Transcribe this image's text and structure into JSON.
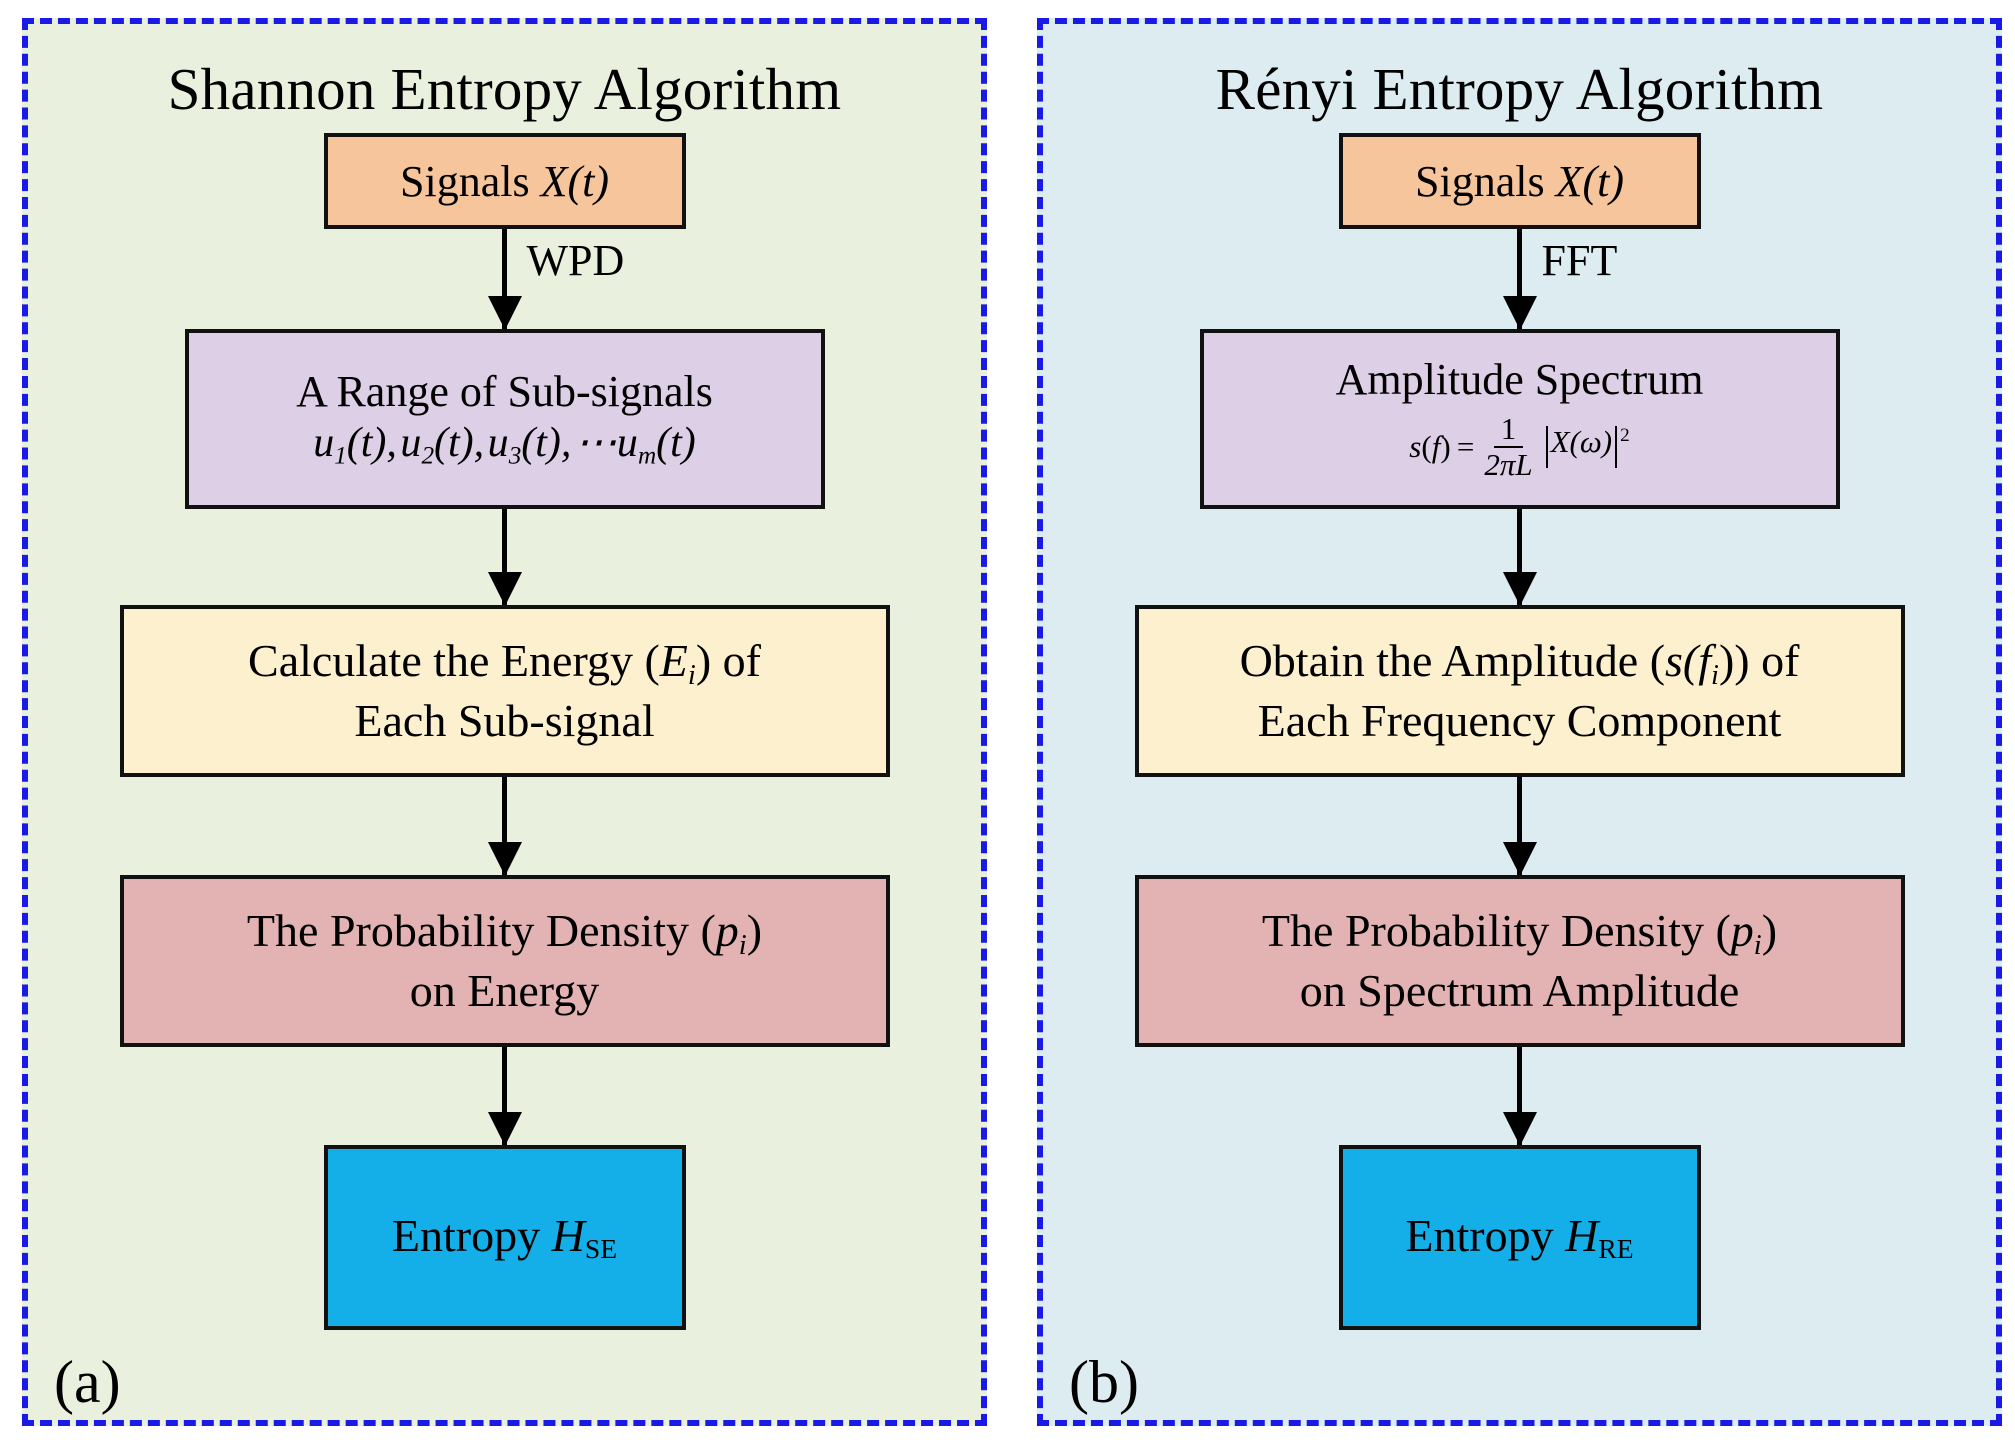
{
  "figure": {
    "panels": [
      {
        "tag": "(a)",
        "title": "Shannon Entropy Algorithm",
        "background_color": "#EAF0DE",
        "border_color": "#1A1AE6",
        "nodes": {
          "signals": {
            "label": "Signals X(t)",
            "text": "Signals ",
            "math": "X",
            "math_tail": "(t)",
            "color": "#F7C59B"
          },
          "subsignals": {
            "line1": "A Range of Sub-signals",
            "formula": "u1(t),u2(t),u3(t),⋯um(t)",
            "color": "#DDD0E6"
          },
          "calc": {
            "line1_a": "Calculate the Energy (",
            "line1_sym": "E",
            "line1_sub": "i",
            "line1_b": ") of",
            "line2": "Each Sub-signal",
            "color": "#FCF0CF"
          },
          "prob": {
            "line1_a": "The Probability Density (",
            "line1_sym": "p",
            "line1_sub": "i",
            "line1_b": ")",
            "line2": "on Energy",
            "color": "#E3B3B3"
          },
          "entropy": {
            "text": "Entropy ",
            "sym": "H",
            "sub": "SE",
            "color": "#14AEE8"
          }
        },
        "edges": [
          {
            "label": "WPD"
          },
          {
            "label": ""
          },
          {
            "label": ""
          },
          {
            "label": ""
          }
        ]
      },
      {
        "tag": "(b)",
        "title": "Rényi Entropy Algorithm",
        "background_color": "#DCECF0",
        "border_color": "#1A1AE6",
        "nodes": {
          "signals": {
            "label": "Signals X(t)",
            "text": "Signals ",
            "math": "X",
            "math_tail": "(t)",
            "color": "#F7C59B"
          },
          "spectrum": {
            "line1": "Amplitude Spectrum",
            "formula": {
              "lhs": "s(f) =",
              "numerator": "1",
              "denominator": "2πL",
              "operand": "X(ω)",
              "exponent": "2"
            },
            "color": "#DDD0E6"
          },
          "calc": {
            "line1_a": "Obtain the Amplitude (",
            "line1_sym": "s(f",
            "line1_sub": "i",
            "line1_b": ")) of",
            "line2": "Each Frequency Component",
            "color": "#FCF0CF"
          },
          "prob": {
            "line1_a": "The Probability Density (",
            "line1_sym": "p",
            "line1_sub": "i",
            "line1_b": ")",
            "line2": "on Spectrum Amplitude",
            "color": "#E3B3B3"
          },
          "entropy": {
            "text": "Entropy ",
            "sym": "H",
            "sub": "RE",
            "color": "#14AEE8"
          }
        },
        "edges": [
          {
            "label": "FFT"
          },
          {
            "label": ""
          },
          {
            "label": ""
          },
          {
            "label": ""
          }
        ]
      }
    ]
  }
}
